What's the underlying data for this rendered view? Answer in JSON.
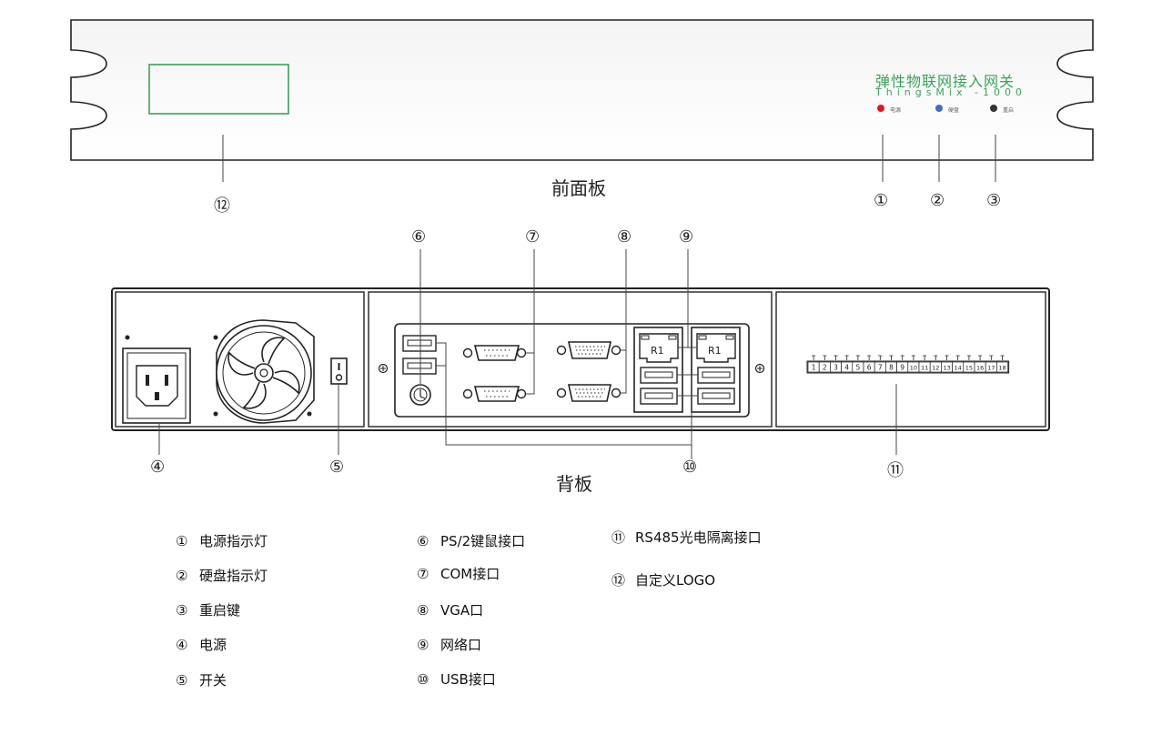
{
  "front_panel": {
    "title": "前面板",
    "brand_cn": "弹性物联网接入网关",
    "brand_en": "ThingsMix -1000",
    "led_labels": [
      "电源",
      "硬盘",
      "重启"
    ],
    "colors": {
      "power_led": "#e01818",
      "disk_led": "#3a6fd0",
      "reset_led": "#333333",
      "logo_box": "#3aa35a",
      "brand": "#3aa35a"
    }
  },
  "rear_panel": {
    "title": "背板",
    "rj45_labels": [
      "R1",
      "R1"
    ],
    "terminal_numbers": [
      "1",
      "2",
      "3",
      "4",
      "5",
      "6",
      "7",
      "8",
      "9",
      "10",
      "11",
      "12",
      "13",
      "14",
      "15",
      "16",
      "17",
      "18"
    ]
  },
  "callouts": {
    "c1": "①",
    "c2": "②",
    "c3": "③",
    "c4": "④",
    "c5": "⑤",
    "c6": "⑥",
    "c7": "⑦",
    "c8": "⑧",
    "c9": "⑨",
    "c10": "⑩",
    "c11": "⑪",
    "c12": "⑫"
  },
  "legend": [
    {
      "num": "①",
      "text": "电源指示灯"
    },
    {
      "num": "②",
      "text": "硬盘指示灯"
    },
    {
      "num": "③",
      "text": "重启键"
    },
    {
      "num": "④",
      "text": "电源"
    },
    {
      "num": "⑤",
      "text": "开关"
    },
    {
      "num": "⑥",
      "text": "PS/2键鼠接口"
    },
    {
      "num": "⑦",
      "text": "COM接口"
    },
    {
      "num": "⑧",
      "text": "VGA口"
    },
    {
      "num": "⑨",
      "text": "网络口"
    },
    {
      "num": "⑩",
      "text": "USB接口"
    },
    {
      "num": "⑪",
      "text": "RS485光电隔离接口"
    },
    {
      "num": "⑫",
      "text": "自定义LOGO"
    }
  ]
}
